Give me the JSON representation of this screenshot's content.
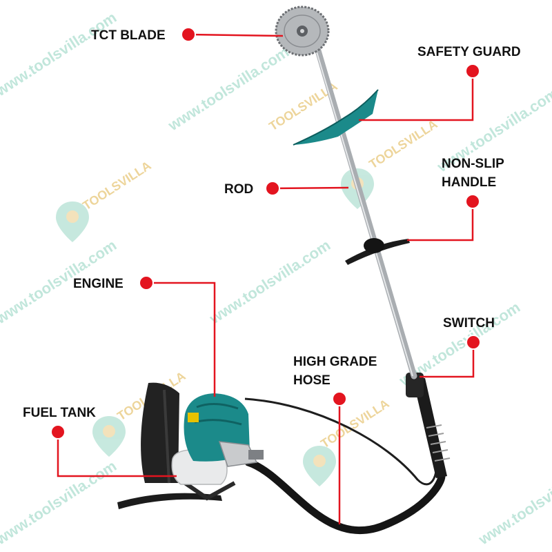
{
  "watermark": {
    "site": "www.toolsvilla.com",
    "brand": "TOOLSVILLA"
  },
  "colors": {
    "accent": "#e3141f",
    "product_body": "#1b8a8a",
    "metal": "#a9adb1",
    "hose": "#151515",
    "watermark_text": "#8fd3bf",
    "watermark_brand": "#e8c77a"
  },
  "callouts": [
    {
      "id": "tct-blade",
      "text": "TCT BLADE"
    },
    {
      "id": "safety-guard",
      "text": "SAFETY GUARD"
    },
    {
      "id": "rod",
      "text": "ROD"
    },
    {
      "id": "non-slip-handle",
      "lines": [
        "NON-SLIP",
        "HANDLE"
      ]
    },
    {
      "id": "engine",
      "text": "ENGINE"
    },
    {
      "id": "switch",
      "text": "SWITCH"
    },
    {
      "id": "high-grade-hose",
      "lines": [
        "HIGH GRADE",
        "HOSE"
      ]
    },
    {
      "id": "fuel-tank",
      "text": "FUEL TANK"
    }
  ]
}
